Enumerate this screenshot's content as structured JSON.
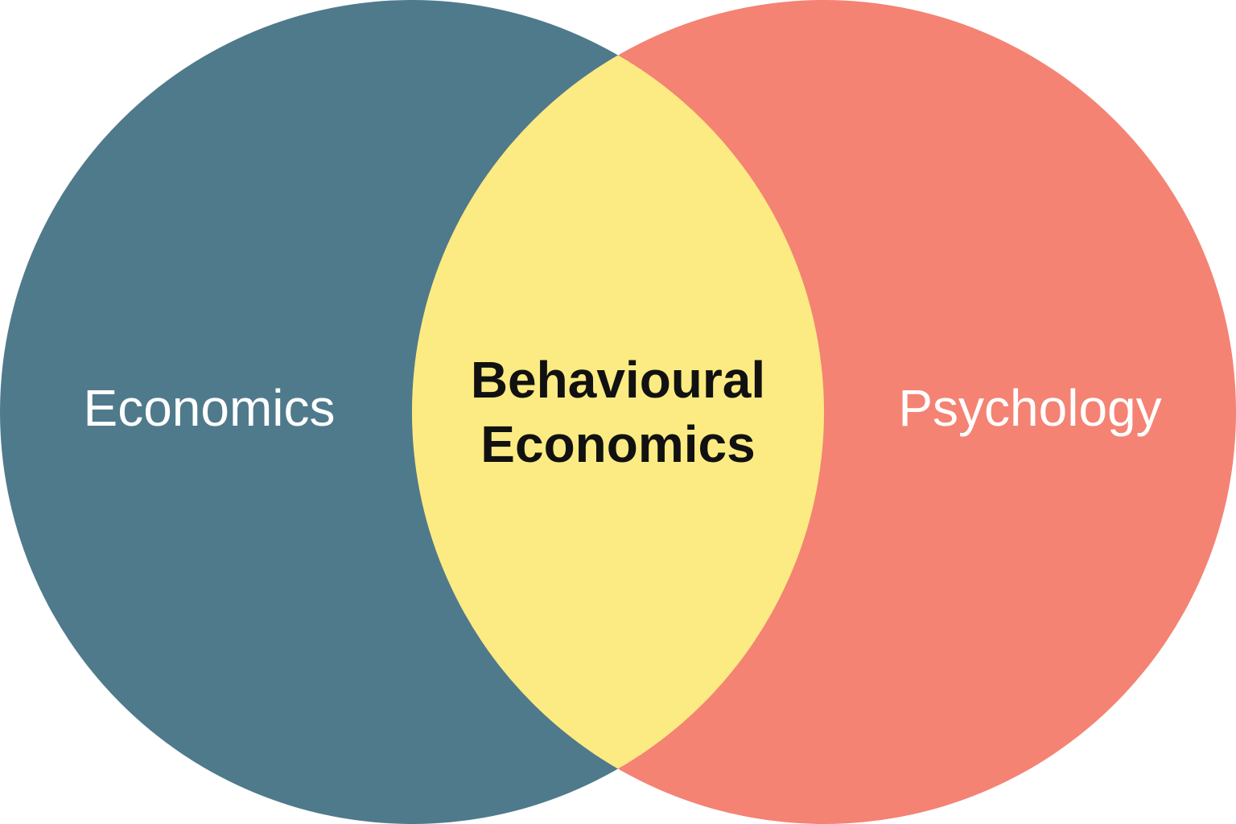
{
  "diagram": {
    "type": "venn",
    "colors": {
      "left": "#4f7a8c",
      "right": "#f48374",
      "overlap": "#fbeb82",
      "left_text": "#ffffff",
      "right_text": "#ffffff",
      "overlap_text": "#111111"
    },
    "sets": {
      "left": "Economics",
      "right": "Psychology"
    },
    "overlap": {
      "line1": "Behavioural",
      "line2": "Economics"
    }
  }
}
